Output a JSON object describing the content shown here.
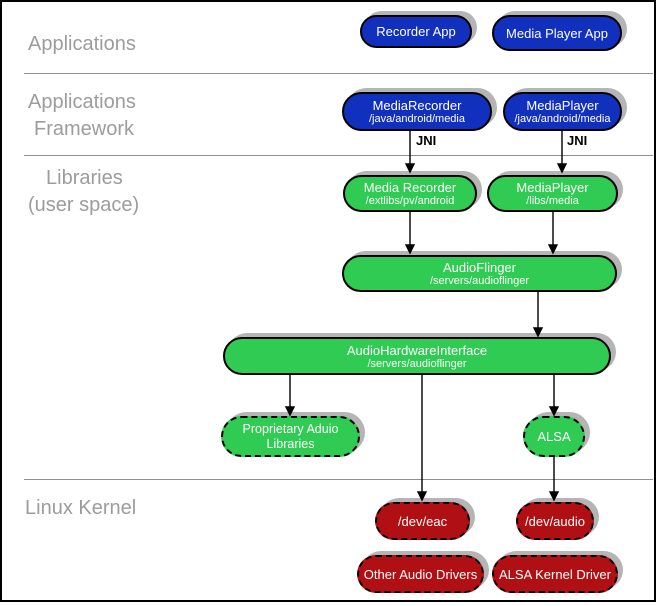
{
  "sections": [
    {
      "lines": [
        "Applications"
      ]
    },
    {
      "lines": [
        "Applications",
        "Framework"
      ]
    },
    {
      "lines": [
        "Libraries",
        "(user space)"
      ]
    },
    {
      "lines": [
        "Linux Kernel"
      ]
    }
  ],
  "nodes": {
    "recorder_app": {
      "title": "Recorder App"
    },
    "media_player_app": {
      "title": "Media Player App"
    },
    "mediarecorder_fw": {
      "title": "MediaRecorder",
      "subtitle": "/java/android/media"
    },
    "mediaplayer_fw": {
      "title": "MediaPlayer",
      "subtitle": "/java/android/media"
    },
    "media_recorder_lib": {
      "title": "Media Recorder",
      "subtitle": "/extlibs/pv/android"
    },
    "mediaplayer_lib": {
      "title": "MediaPlayer",
      "subtitle": "/libs/media"
    },
    "audioflinger": {
      "title": "AudioFlinger",
      "subtitle": "/servers/audioflinger"
    },
    "audio_hw_interface": {
      "title": "AudioHardwareInterface",
      "subtitle": "/servers/audioflinger"
    },
    "proprietary_libs": {
      "title": "Proprietary Aduio",
      "subtitle": "Libraries"
    },
    "alsa": {
      "title": "ALSA"
    },
    "dev_eac": {
      "title": "/dev/eac"
    },
    "dev_audio": {
      "title": "/dev/audio"
    },
    "other_audio_drivers": {
      "title": "Other Audio Drivers"
    },
    "alsa_kernel_driver": {
      "title": "ALSA Kernel Driver"
    }
  },
  "edge_labels": {
    "jni_left": "JNI",
    "jni_right": "JNI"
  },
  "colors": {
    "app_blue": "#1230be",
    "lib_green": "#2fcb52",
    "kernel_red": "#b01013",
    "shadow_gray": "#b5b5b5",
    "label_gray": "#9c9c9c",
    "divider_gray": "#8f8f8f",
    "border_black": "#000000"
  }
}
